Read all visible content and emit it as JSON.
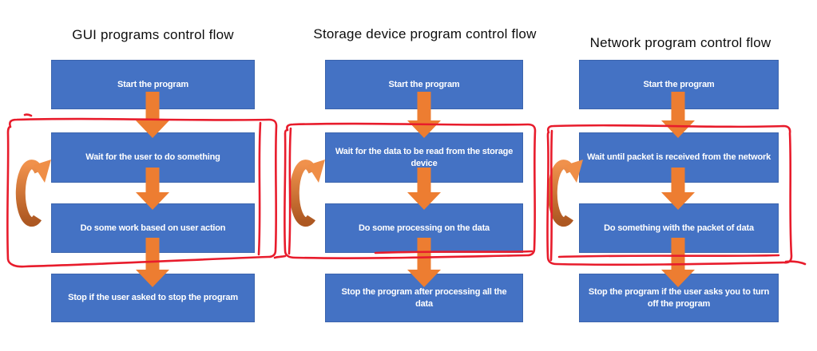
{
  "colors": {
    "box_blue": "#4472c4",
    "box_text_white": "#ffffff",
    "arrow_orange": "#ed7d31",
    "loop_arrow_dark": "#ad5822",
    "loop_arrow_light": "#f0914c",
    "annotation_red": "#e81c2c",
    "title_black": "#0d0d0d",
    "background": "#ffffff"
  },
  "panels": [
    {
      "title": "GUI programs control flow",
      "boxes": [
        "Start the program",
        "Wait for the user to do something",
        "Do some work based on user action",
        "Stop if the user asked to stop the program"
      ]
    },
    {
      "title": "Storage device program control flow",
      "boxes": [
        "Start the program",
        "Wait for the data to be read from the storage device",
        "Do some processing on the data",
        "Stop the program after processing all the data"
      ]
    },
    {
      "title": "Network program control flow",
      "boxes": [
        "Start the program",
        "Wait until packet is received from the network",
        "Do something with the packet of data",
        "Stop the program if the user asks you to turn off the program"
      ]
    }
  ],
  "icons": {
    "down_arrow": "block-down-arrow",
    "loop_arrow": "curved-loop-arrow",
    "red_rect": "hand-drawn-loop-annotation"
  }
}
